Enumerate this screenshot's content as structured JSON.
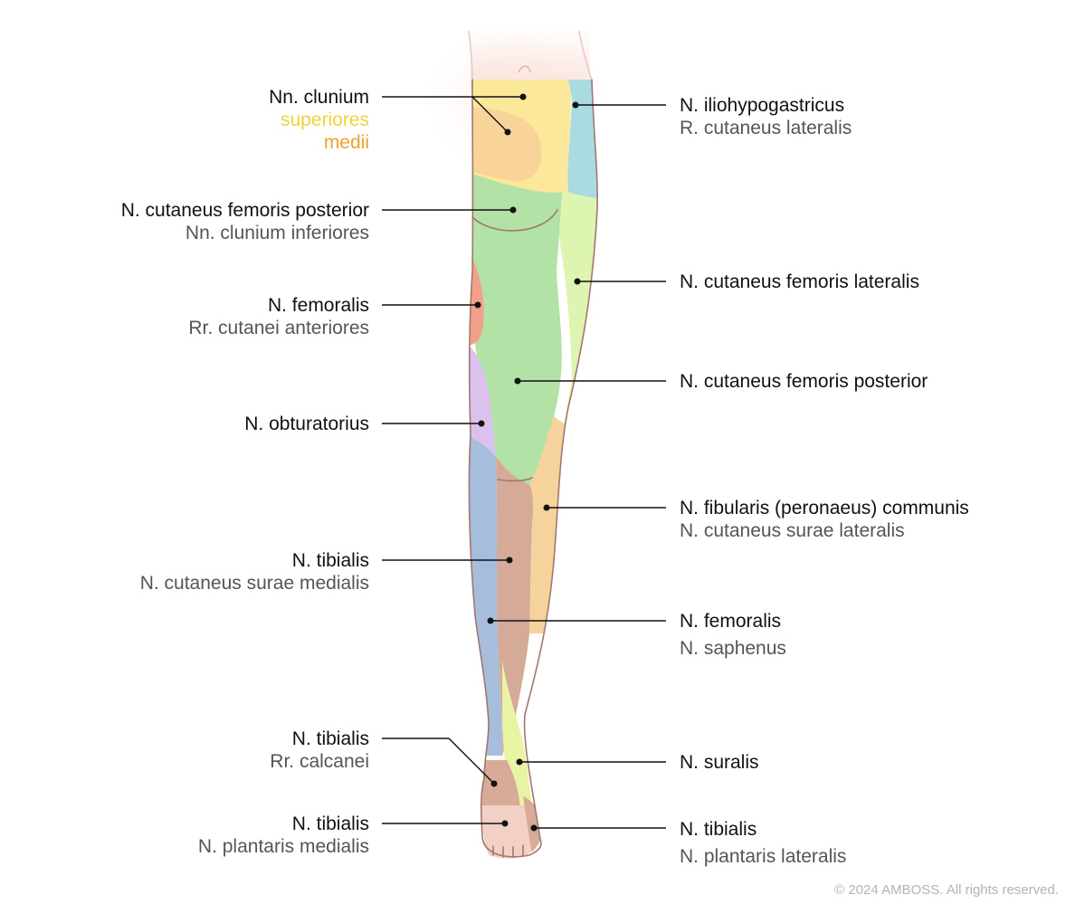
{
  "labels": {
    "clunium": {
      "main": "Nn. clunium",
      "sub1": "superiores",
      "sub2": "medii"
    },
    "cfp_left": {
      "main": "N. cutaneus femoris posterior",
      "sub": "Nn. clunium inferiores"
    },
    "femoralis_left": {
      "main": "N. femoralis",
      "sub": "Rr. cutanei anteriores"
    },
    "obturatorius": {
      "main": "N. obturatorius"
    },
    "tibialis_surae": {
      "main": "N. tibialis",
      "sub": "N. cutaneus surae medialis"
    },
    "tibialis_calcanei": {
      "main": "N. tibialis",
      "sub": "Rr. calcanei"
    },
    "tibialis_plantaris_med": {
      "main": "N. tibialis",
      "sub": "N. plantaris medialis"
    },
    "iliohypogastricus": {
      "main": "N. iliohypogastricus",
      "sub": "R. cutaneus lateralis"
    },
    "cfl": {
      "main": "N. cutaneus femoris lateralis"
    },
    "cfp_right": {
      "main": "N. cutaneus femoris posterior"
    },
    "fibularis": {
      "main": "N. fibularis (peronaeus) communis",
      "sub": "N. cutaneus surae lateralis"
    },
    "femoralis_right": {
      "main": "N. femoralis",
      "sub": "N. saphenus"
    },
    "suralis": {
      "main": "N. suralis"
    },
    "tibialis_plantaris_lat": {
      "main": "N. tibialis",
      "sub": "N. plantaris lateralis"
    }
  },
  "colors": {
    "clunium_superiores": "#fbe89a",
    "clunium_medii": "#f8d49a",
    "iliohypogastricus": "#a9dbe0",
    "cutaneus_femoris_posterior": "#b3e2a6",
    "cutaneus_femoris_lateralis": "#def4b1",
    "femoralis": "#f2a08a",
    "obturatorius": "#dcc1ef",
    "tibialis_surae_medialis": "#a6bedc",
    "cutaneus_surae_lateralis": "#d6aa98",
    "fibularis_communis": "#f6d39c",
    "suralis": "#e8f4a4",
    "tibialis_heel": "#d8aa98",
    "tibialis_sole": "#f3d0c6",
    "leader_line": "#111111",
    "outline": "#a0786e"
  },
  "copyright": "© 2024 AMBOSS. All rights reserved."
}
